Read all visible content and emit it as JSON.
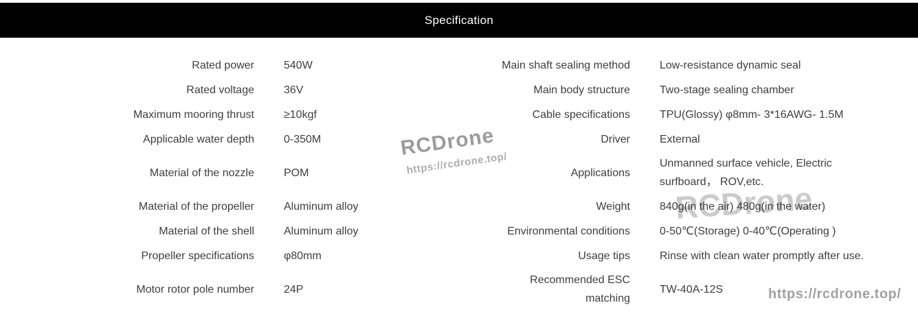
{
  "header": {
    "title": "Specification"
  },
  "colors": {
    "header_bg": "#000000",
    "header_text": "#ffffff",
    "body_text": "#3e3e3e",
    "watermark_gray": "#9c9c9c",
    "watermark_light": "#cbcbcb"
  },
  "spec_table": {
    "rows": [
      {
        "label_left": "Rated power",
        "value_left": "540W",
        "label_right": "Main shaft sealing method",
        "value_right": "Low-resistance dynamic seal"
      },
      {
        "label_left": "Rated voltage",
        "value_left": "36V",
        "label_right": "Main body structure",
        "value_right": "Two-stage sealing chamber"
      },
      {
        "label_left": "Maximum mooring thrust",
        "value_left": "≥10kgf",
        "label_right": "Cable specifications",
        "value_right": "TPU(Glossy) φ8mm- 3*16AWG- 1.5M"
      },
      {
        "label_left": "Applicable water depth",
        "value_left": "0-350M",
        "label_right": "Driver",
        "value_right": "External"
      },
      {
        "label_left": "Material of the nozzle",
        "value_left": "POM",
        "label_right": "Applications",
        "value_right": "Unmanned surface vehicle, Electric\nsurfboard， ROV,etc."
      },
      {
        "label_left": "Material of the propeller",
        "value_left": "Aluminum alloy",
        "label_right": "Weight",
        "value_right": "840g(in the air) 480g(in the water)"
      },
      {
        "label_left": "Material of the shell",
        "value_left": "Aluminum alloy",
        "label_right": "Environmental conditions",
        "value_right": "0-50℃(Storage) 0-40℃(Operating )"
      },
      {
        "label_left": "Propeller specifications",
        "value_left": "φ80mm",
        "label_right": "Usage tips",
        "value_right": "Rinse with clean water promptly after use."
      },
      {
        "label_left": "Motor rotor pole number",
        "value_left": "24P",
        "label_right": "Recommended ESC\nmatching",
        "value_right": "TW-40A-12S"
      }
    ]
  },
  "watermarks": {
    "center_brand": "RCDrone",
    "center_url": "https://rcdrone.top/",
    "weight_brand": "RCDrone",
    "bottom_url": "https://rcdrone.top/"
  }
}
